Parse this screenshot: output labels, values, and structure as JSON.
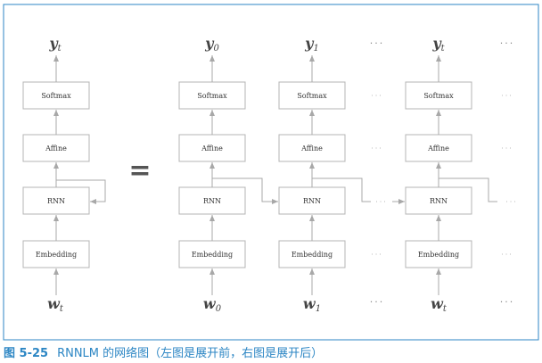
{
  "diagram": {
    "equals_sign": "=",
    "layer_labels": {
      "softmax": "Softmax",
      "affine": "Affine",
      "rnn": "RNN",
      "embedding": "Embedding"
    },
    "folded": {
      "output": {
        "base": "y",
        "sub": "t"
      },
      "input": {
        "base": "w",
        "sub": "t"
      }
    },
    "unrolled_columns": [
      {
        "output": {
          "base": "y",
          "sub": "0"
        },
        "input": {
          "base": "w",
          "sub": "0"
        }
      },
      {
        "output": {
          "base": "y",
          "sub": "1"
        },
        "input": {
          "base": "w",
          "sub": "1"
        }
      },
      {
        "output": {
          "base": "y",
          "sub": "t"
        },
        "input": {
          "base": "w",
          "sub": "t"
        }
      }
    ],
    "ellipsis": "···"
  },
  "caption": {
    "number": "图 5-25",
    "title": "RNNLM 的网络图（左图是展开前，右图是展开后）"
  },
  "colors": {
    "frame": "#2c86c4",
    "caption": "#2c86c4",
    "box_border": "#b4b4b4",
    "arrow": "#a8a8a8"
  }
}
